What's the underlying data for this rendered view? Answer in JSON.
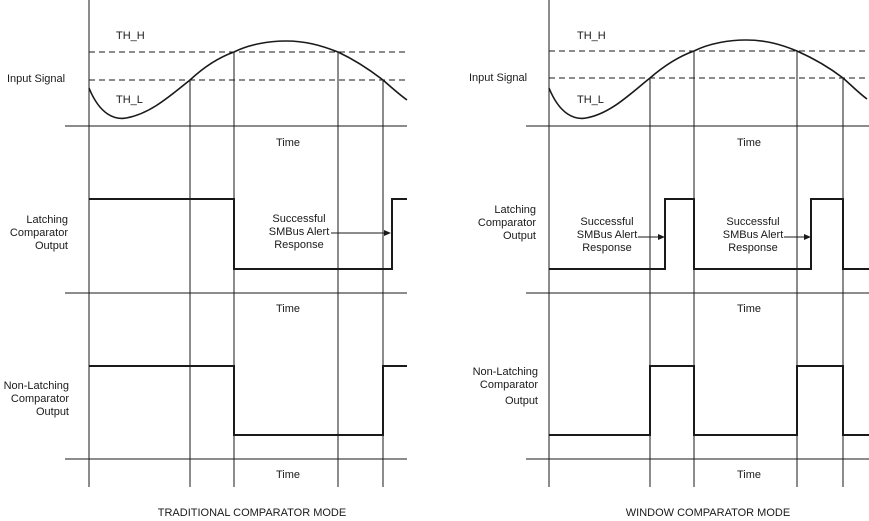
{
  "left": {
    "title": "TRADITIONAL  COMPARATOR MODE",
    "th_h": "TH_H",
    "th_l": "TH_L",
    "input_label": "Input Signal",
    "latching_label": [
      "Latching",
      "Comparator",
      "Output"
    ],
    "nonlatching_label": [
      "Non-Latching",
      "Comparator",
      "Output"
    ],
    "time_labels": [
      "Time",
      "Time",
      "Time"
    ],
    "alert_label": [
      "Successful",
      "SMBus Alert",
      "Response"
    ]
  },
  "right": {
    "title": "WINDOW COMPARATOR MODE",
    "th_h": "TH_H",
    "th_l": "TH_L",
    "input_label": "Input Signal",
    "latching_label": [
      "Latching",
      "Comparator",
      "Output"
    ],
    "nonlatching_label": [
      "Non-Latching",
      "Comparator",
      "Output"
    ],
    "time_labels": [
      "Time",
      "Time",
      "Time"
    ],
    "alert_labels": [
      [
        "Successful",
        "SMBus Alert",
        "Response"
      ],
      [
        "Successful",
        "SMBus Alert",
        "Response"
      ]
    ]
  }
}
